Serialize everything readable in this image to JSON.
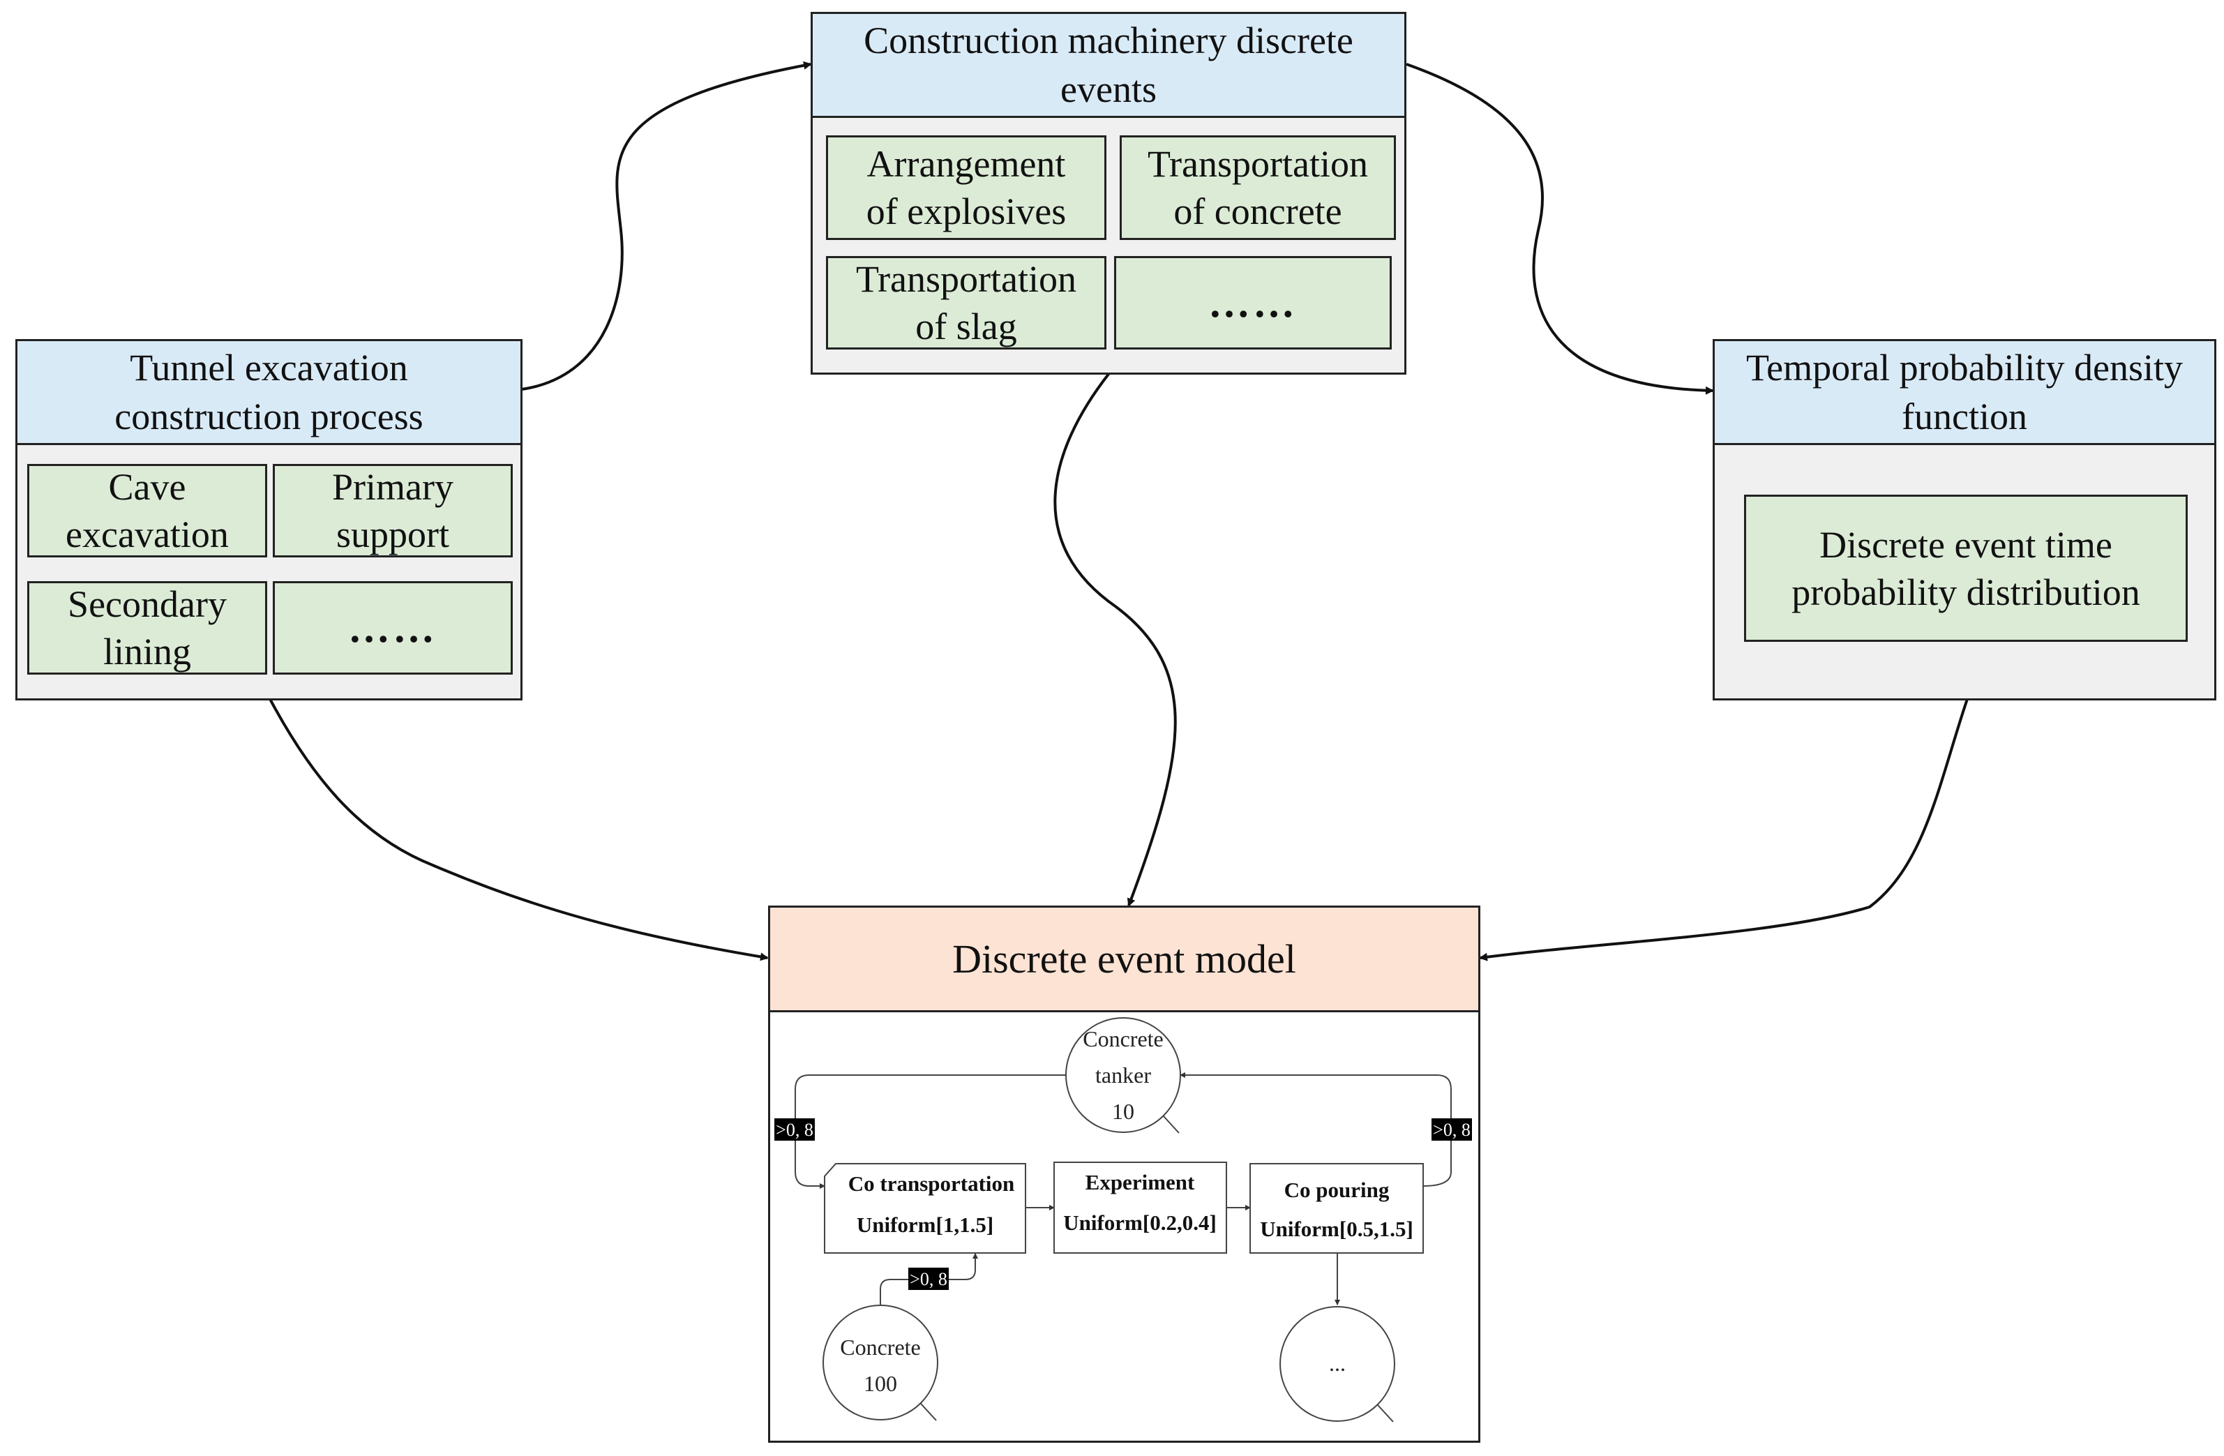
{
  "tunnel": {
    "title": "Tunnel excavation\nconstruction process",
    "items": [
      "Cave\nexcavation",
      "Primary\nsupport",
      "Secondary\nlining",
      "……"
    ]
  },
  "machinery": {
    "title": "Construction machinery discrete\nevents",
    "items": [
      "Arrangement\nof explosives",
      "Transportation\nof concrete",
      "Transportation\nof slag",
      "……"
    ]
  },
  "temporal": {
    "title": "Temporal probability density\nfunction",
    "item": "Discrete event time\nprobability distribution"
  },
  "model": {
    "title": "Discrete event model",
    "tanker": [
      "Concrete",
      "tanker",
      "10"
    ],
    "concrete": [
      "Concrete",
      "100"
    ],
    "ellipsis_node": "...",
    "edge_label": ">0, 8",
    "activities": [
      {
        "name": "Co transportation",
        "dist": "Uniform[1,1.5]"
      },
      {
        "name": "Experiment",
        "dist": "Uniform[0.2,0.4]"
      },
      {
        "name": "Co pouring",
        "dist": "Uniform[0.5,1.5]"
      }
    ]
  }
}
